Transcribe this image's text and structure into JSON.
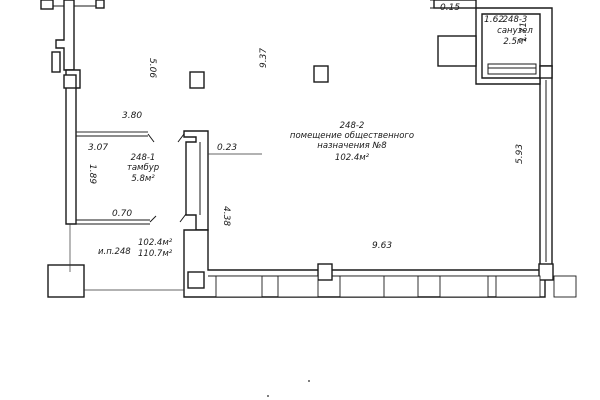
{
  "plan": {
    "rooms": {
      "main": {
        "number": "248-2",
        "name_line1": "помещение общественного",
        "name_line2": "назначения №8",
        "area": "102.4м²"
      },
      "vestibule": {
        "number": "248-1",
        "name": "тамбур",
        "area": "5.8м²"
      },
      "bathroom": {
        "number": "248-3",
        "name": "санузел",
        "area": "2.5м²"
      }
    },
    "unit_summary": {
      "label": "и.п.248",
      "area_1": "102.4м²",
      "area_2": "110.7м²"
    },
    "dimensions": {
      "d_5_06": "5.06",
      "d_9_37": "9.37",
      "d_3_80": "3.80",
      "d_3_07": "3.07",
      "d_1_89": "1.89",
      "d_0_70": "0.70",
      "d_0_23": "0.23",
      "d_4_38": "4.38",
      "d_9_63": "9.63",
      "d_5_93": "5.93",
      "d_0_15": "0.15",
      "d_1_62": "1.62",
      "d_1_71": "1.71"
    },
    "colors": {
      "line": "#1a1a1a",
      "background": "#ffffff"
    }
  }
}
